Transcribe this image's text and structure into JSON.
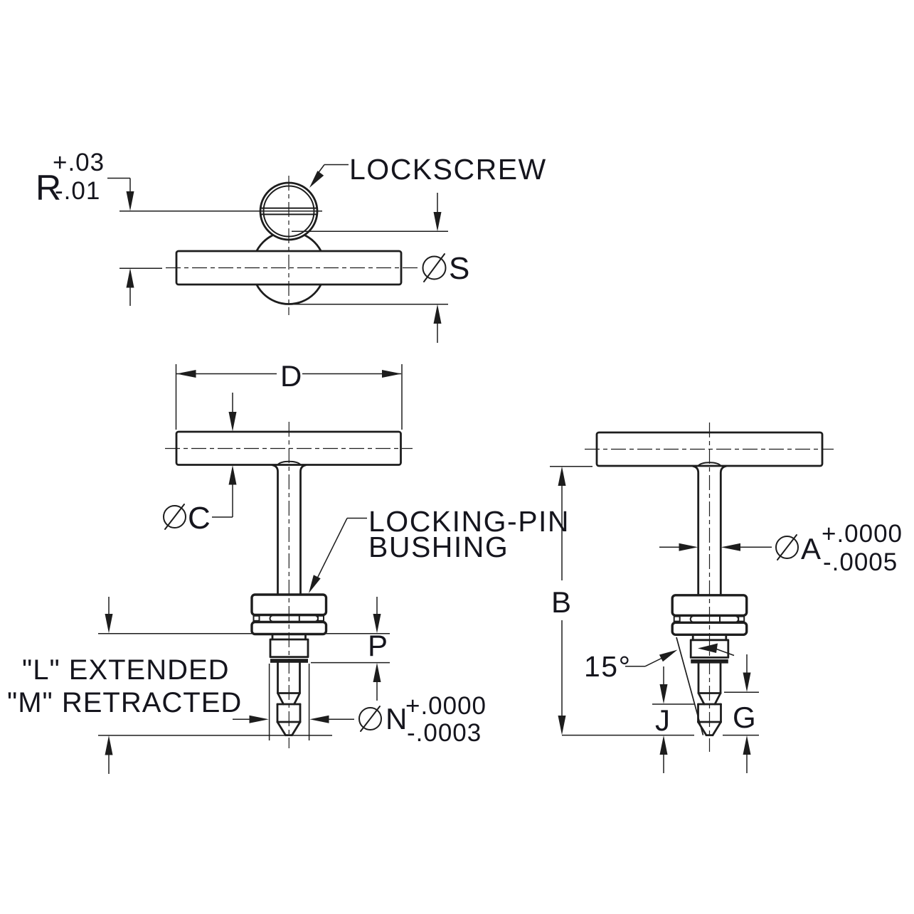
{
  "drawing": {
    "background": "#ffffff",
    "line_color": "#1d1d1d",
    "text_color": "#15151d",
    "labels": {
      "lockscrew": "LOCKSCREW",
      "bushing_line1": "LOCKING-PIN",
      "bushing_line2": "BUSHING",
      "extended_note": "\"L\" EXTENDED",
      "retracted_note": "\"M\" RETRACTED"
    },
    "dimensions": {
      "r": {
        "letter": "R",
        "tol_upper": "+.03",
        "tol_lower": "-.01"
      },
      "s": {
        "symbol": "⌀",
        "letter": "S"
      },
      "d": {
        "letter": "D"
      },
      "c": {
        "symbol": "⌀",
        "letter": "C"
      },
      "n": {
        "symbol": "⌀",
        "letter": "N",
        "tol_upper": "+.0000",
        "tol_lower": "-.0003"
      },
      "p": {
        "letter": "P"
      },
      "b": {
        "letter": "B"
      },
      "a": {
        "symbol": "⌀",
        "letter": "A",
        "tol_upper": "+.0000",
        "tol_lower": "-.0005"
      },
      "angle": {
        "value": "15°"
      },
      "j": {
        "letter": "J"
      },
      "g": {
        "letter": "G"
      }
    }
  }
}
